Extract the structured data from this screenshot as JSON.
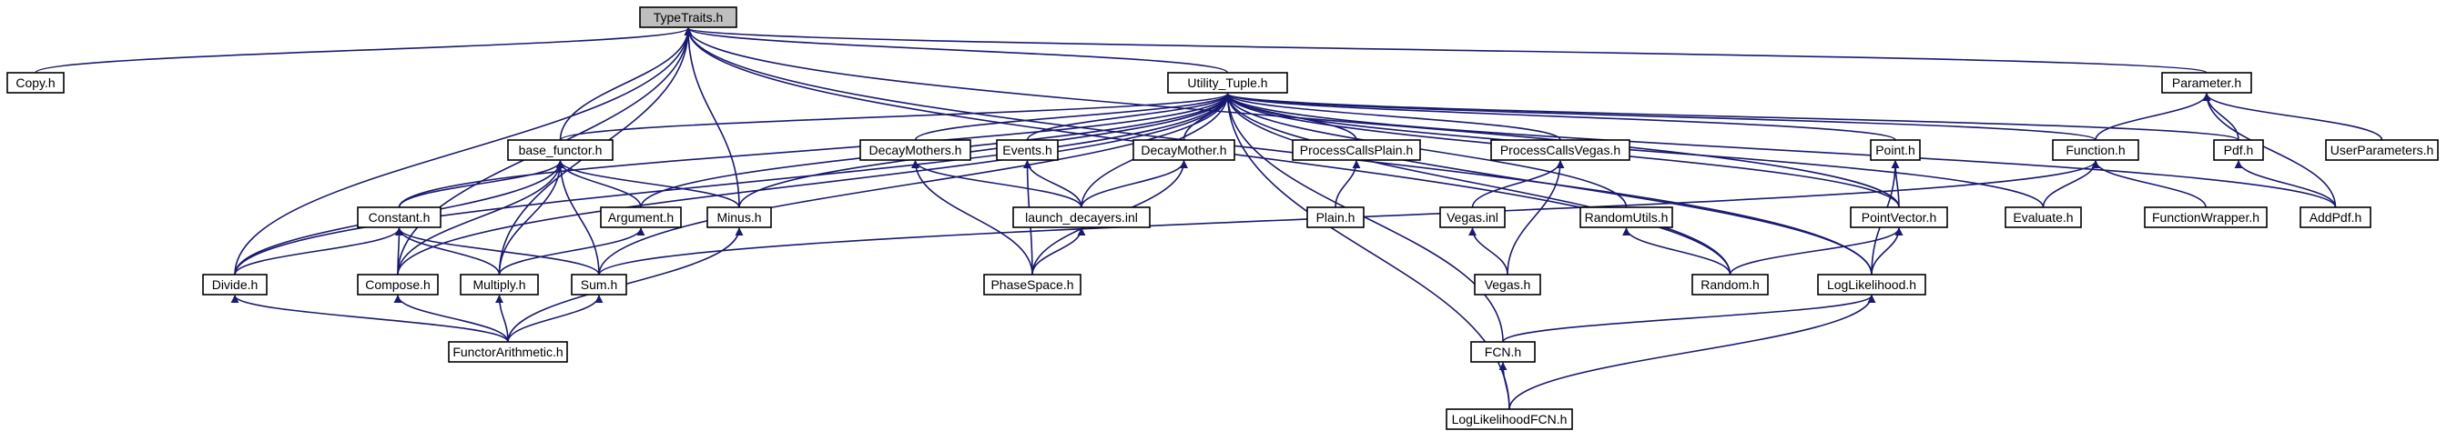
{
  "graph": {
    "root": "TypeTraits.h",
    "colors": {
      "edge": "#191970",
      "root_fill": "#bfbfbf",
      "node_fill": "#ffffff",
      "node_stroke": "#000000"
    },
    "nodes": {
      "typetraits": "TypeTraits.h",
      "copy": "Copy.h",
      "utility_tuple": "Utility_Tuple.h",
      "parameter": "Parameter.h",
      "base_functor": "base_functor.h",
      "decaymothers": "DecayMothers.h",
      "events": "Events.h",
      "decaymother": "DecayMother.h",
      "processcallsplain": "ProcessCallsPlain.h",
      "processcallsvegas": "ProcessCallsVegas.h",
      "point": "Point.h",
      "function": "Function.h",
      "pdf": "Pdf.h",
      "userparameters": "UserParameters.h",
      "constant": "Constant.h",
      "argument": "Argument.h",
      "minus": "Minus.h",
      "launch_decayers": "launch_decayers.inl",
      "plain": "Plain.h",
      "vegas_inl": "Vegas.inl",
      "randomutils": "RandomUtils.h",
      "pointvector": "PointVector.h",
      "evaluate": "Evaluate.h",
      "functionwrapper": "FunctionWrapper.h",
      "addpdf": "AddPdf.h",
      "divide": "Divide.h",
      "compose": "Compose.h",
      "multiply": "Multiply.h",
      "sum": "Sum.h",
      "phasespace": "PhaseSpace.h",
      "vegas_h": "Vegas.h",
      "random": "Random.h",
      "loglikelihood": "LogLikelihood.h",
      "functorarithmetic": "FunctorArithmetic.h",
      "fcn": "FCN.h",
      "loglikelihoodfcn": "LogLikelihoodFCN.h"
    },
    "edges": [
      [
        "copy",
        "typetraits"
      ],
      [
        "utility_tuple",
        "typetraits"
      ],
      [
        "parameter",
        "typetraits"
      ],
      [
        "base_functor",
        "typetraits"
      ],
      [
        "minus",
        "typetraits"
      ],
      [
        "divide",
        "typetraits"
      ],
      [
        "compose",
        "typetraits"
      ],
      [
        "multiply",
        "typetraits"
      ],
      [
        "random",
        "typetraits"
      ],
      [
        "pointvector",
        "typetraits"
      ],
      [
        "loglikelihood",
        "typetraits"
      ],
      [
        "base_functor",
        "utility_tuple"
      ],
      [
        "decaymothers",
        "utility_tuple"
      ],
      [
        "events",
        "utility_tuple"
      ],
      [
        "decaymother",
        "utility_tuple"
      ],
      [
        "processcallsplain",
        "utility_tuple"
      ],
      [
        "processcallsvegas",
        "utility_tuple"
      ],
      [
        "point",
        "utility_tuple"
      ],
      [
        "function",
        "utility_tuple"
      ],
      [
        "pdf",
        "utility_tuple"
      ],
      [
        "constant",
        "utility_tuple"
      ],
      [
        "argument",
        "utility_tuple"
      ],
      [
        "minus",
        "utility_tuple"
      ],
      [
        "launch_decayers",
        "utility_tuple"
      ],
      [
        "randomutils",
        "utility_tuple"
      ],
      [
        "pointvector",
        "utility_tuple"
      ],
      [
        "evaluate",
        "utility_tuple"
      ],
      [
        "addpdf",
        "utility_tuple"
      ],
      [
        "divide",
        "utility_tuple"
      ],
      [
        "compose",
        "utility_tuple"
      ],
      [
        "sum",
        "utility_tuple"
      ],
      [
        "random",
        "utility_tuple"
      ],
      [
        "loglikelihood",
        "utility_tuple"
      ],
      [
        "fcn",
        "utility_tuple"
      ],
      [
        "loglikelihoodfcn",
        "utility_tuple"
      ],
      [
        "function",
        "parameter"
      ],
      [
        "pdf",
        "parameter"
      ],
      [
        "userparameters",
        "parameter"
      ],
      [
        "addpdf",
        "parameter"
      ],
      [
        "constant",
        "base_functor"
      ],
      [
        "argument",
        "base_functor"
      ],
      [
        "minus",
        "base_functor"
      ],
      [
        "divide",
        "base_functor"
      ],
      [
        "compose",
        "base_functor"
      ],
      [
        "multiply",
        "base_functor"
      ],
      [
        "sum",
        "base_functor"
      ],
      [
        "launch_decayers",
        "decaymothers"
      ],
      [
        "phasespace",
        "decaymothers"
      ],
      [
        "launch_decayers",
        "events"
      ],
      [
        "phasespace",
        "events"
      ],
      [
        "launch_decayers",
        "decaymother"
      ],
      [
        "phasespace",
        "decaymother"
      ],
      [
        "plain",
        "processcallsplain"
      ],
      [
        "vegas_inl",
        "processcallsvegas"
      ],
      [
        "vegas_h",
        "processcallsvegas"
      ],
      [
        "pointvector",
        "point"
      ],
      [
        "loglikelihood",
        "point"
      ],
      [
        "evaluate",
        "function"
      ],
      [
        "functionwrapper",
        "function"
      ],
      [
        "sum",
        "function"
      ],
      [
        "addpdf",
        "pdf"
      ],
      [
        "divide",
        "constant"
      ],
      [
        "compose",
        "constant"
      ],
      [
        "multiply",
        "constant"
      ],
      [
        "sum",
        "constant"
      ],
      [
        "multiply",
        "argument"
      ],
      [
        "functorarithmetic",
        "minus"
      ],
      [
        "phasespace",
        "launch_decayers"
      ],
      [
        "vegas_h",
        "vegas_inl"
      ],
      [
        "random",
        "randomutils"
      ],
      [
        "random",
        "pointvector"
      ],
      [
        "loglikelihood",
        "pointvector"
      ],
      [
        "functorarithmetic",
        "divide"
      ],
      [
        "functorarithmetic",
        "compose"
      ],
      [
        "functorarithmetic",
        "multiply"
      ],
      [
        "functorarithmetic",
        "sum"
      ],
      [
        "fcn",
        "loglikelihood"
      ],
      [
        "loglikelihoodfcn",
        "loglikelihood"
      ],
      [
        "loglikelihoodfcn",
        "fcn"
      ]
    ]
  }
}
